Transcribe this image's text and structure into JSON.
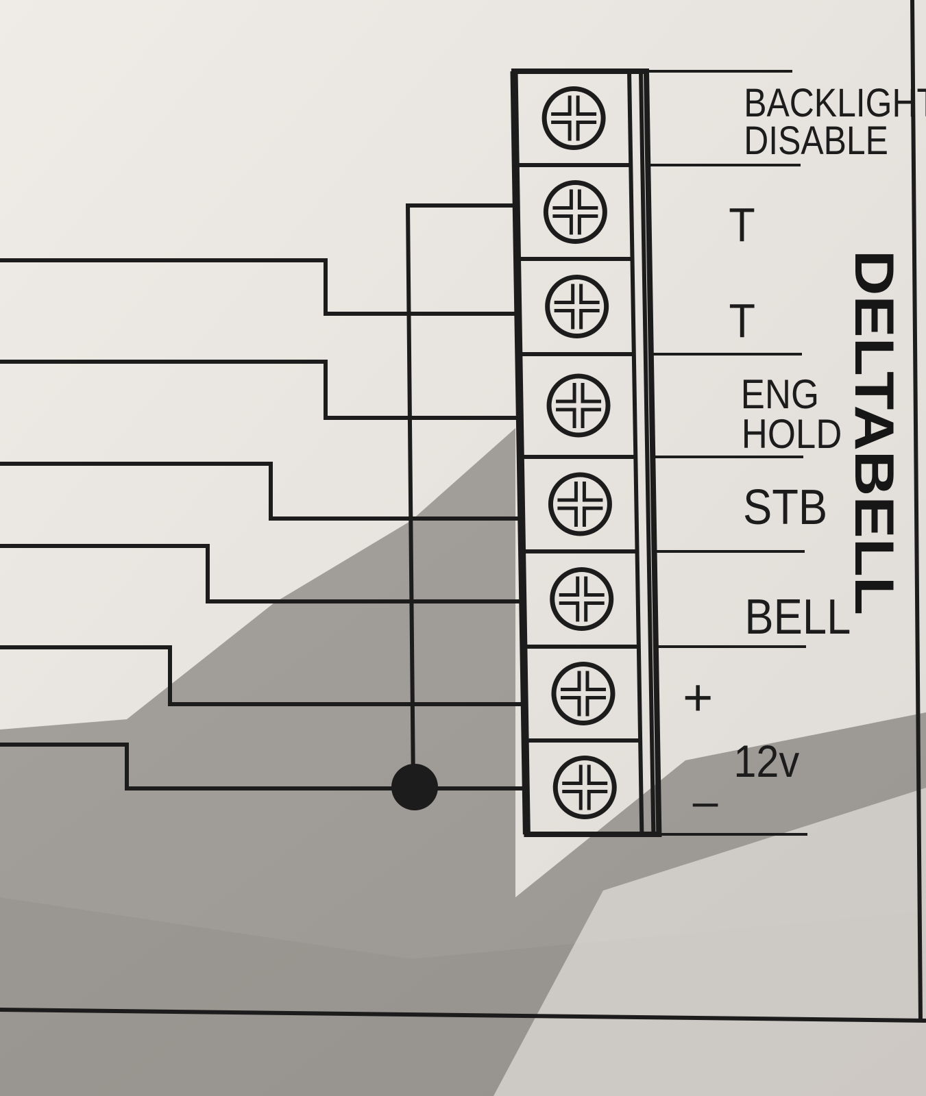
{
  "brand": "DELTABELL",
  "terminals": [
    {
      "id": "backlight-disable",
      "lines": [
        "BACKLIGHT",
        "DISABLE"
      ]
    },
    {
      "id": "t-1",
      "lines": [
        "T"
      ]
    },
    {
      "id": "t-2",
      "lines": [
        "T"
      ]
    },
    {
      "id": "eng-hold",
      "lines": [
        "ENG",
        "HOLD"
      ]
    },
    {
      "id": "stb",
      "lines": [
        "STB"
      ]
    },
    {
      "id": "bell",
      "lines": [
        "BELL"
      ]
    },
    {
      "id": "plus",
      "lines": [
        "+"
      ]
    },
    {
      "id": "minus",
      "lines": [
        "–"
      ]
    }
  ],
  "supply_label": "12v",
  "colors": {
    "ink": "#1c1c1c",
    "paper": "#ece8e3",
    "shadow": "#a19d99"
  },
  "icons": [
    "terminal-screw-icon",
    "junction-dot-icon"
  ]
}
